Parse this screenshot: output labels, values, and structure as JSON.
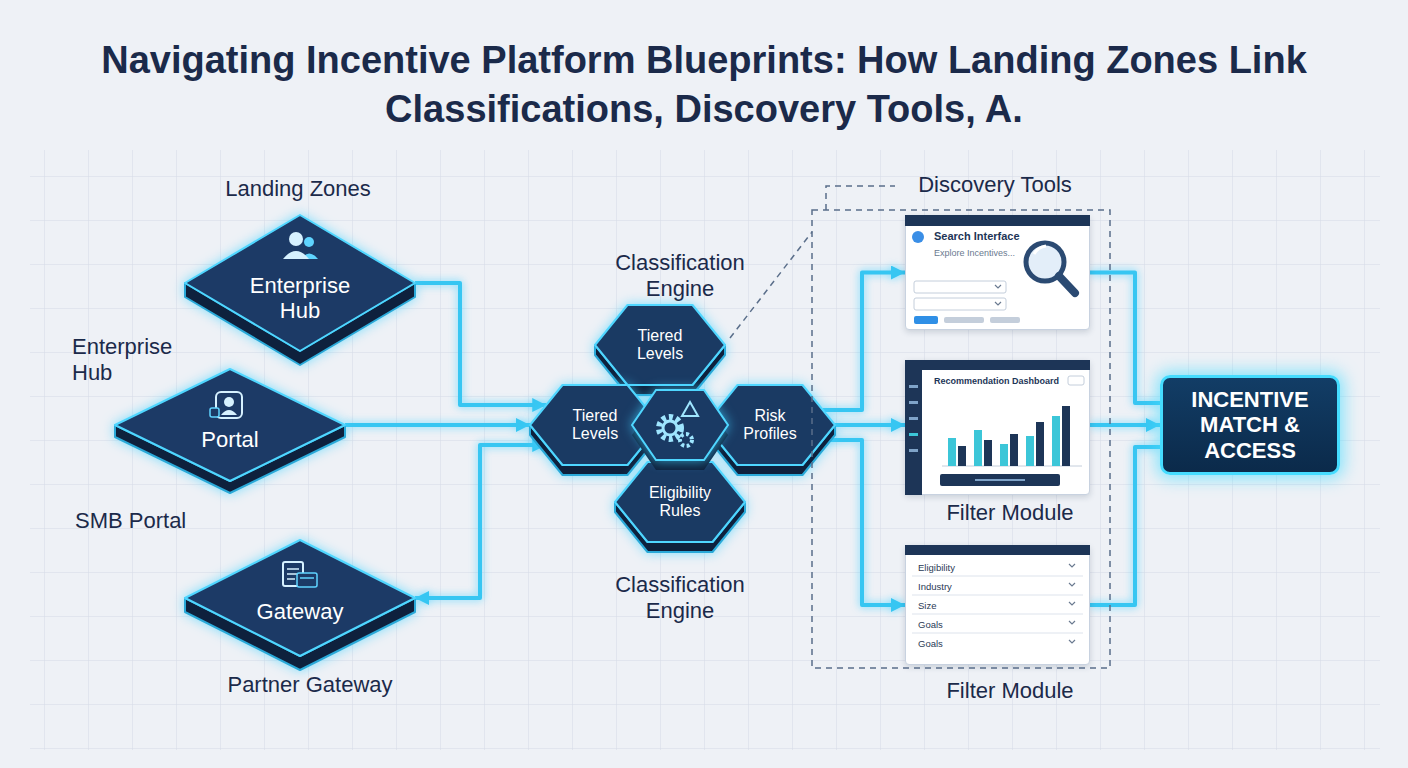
{
  "diagram": {
    "title": "Navigating Incentive Platform Blueprints: How Landing Zones Link Classifications, Discovery Tools, A.",
    "nodes": [
      {
        "text": [
          "Enterprise Hub"
        ]
      },
      {
        "text": [
          "Portal"
        ]
      },
      {
        "text": [
          "Gateway"
        ]
      },
      {
        "text": [
          "Tiered Levels"
        ]
      },
      {
        "text": [
          "Tiered Levels"
        ]
      },
      {
        "text": [
          "Risk Profiles"
        ]
      },
      {
        "text": [
          "Eligibility Rules"
        ]
      },
      {
        "text": [
          "Search Interface",
          "Explore Incentives..."
        ]
      },
      {
        "text": [
          "Recommendation Dashboard"
        ]
      },
      {
        "text": [
          "Eligibility",
          "Industry",
          "Size",
          "Goals",
          "Goals"
        ]
      },
      {
        "text": [
          "INCENTIVE MATCH & ACCESS"
        ]
      }
    ],
    "edges": [
      {
        "from": 0,
        "to": 4,
        "arrow": "to"
      },
      {
        "from": 1,
        "to": 4,
        "arrow": "to"
      },
      {
        "from": 2,
        "to": 4,
        "arrow": "both"
      },
      {
        "from": 5,
        "to": 7,
        "arrow": "to"
      },
      {
        "from": 5,
        "to": 8,
        "arrow": "to"
      },
      {
        "from": 5,
        "to": 9,
        "arrow": "to"
      },
      {
        "from": 7,
        "to": 10,
        "arrow": "none"
      },
      {
        "from": 8,
        "to": 10,
        "arrow": "to"
      },
      {
        "from": 9,
        "to": 10,
        "arrow": "none"
      }
    ],
    "labels": [
      "Landing Zones",
      "Enterprise Hub",
      "SMB Portal",
      "Partner Gateway",
      "Classification Engine",
      "Classification Engine",
      "Discovery Tools",
      "Filter Module",
      "Filter Module"
    ]
  }
}
